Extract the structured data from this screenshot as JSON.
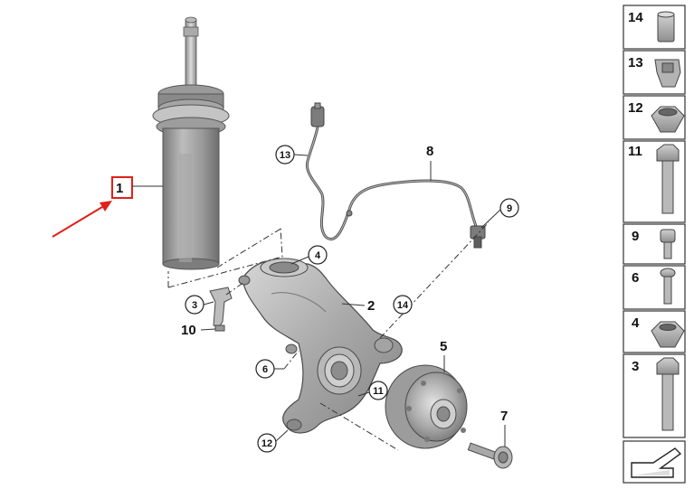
{
  "diagram": {
    "selected_label": "1",
    "accent_color": "#e0201a",
    "callouts": {
      "c13": "13",
      "c8": "8",
      "c9": "9",
      "c4": "4",
      "c3": "3",
      "c10": "10",
      "c2": "2",
      "c14": "14",
      "c5": "5",
      "c6": "6",
      "c11": "11",
      "c12": "12",
      "c7": "7"
    }
  },
  "parts_panel": {
    "items": [
      "14",
      "13",
      "12",
      "11",
      "9",
      "6",
      "4",
      "3"
    ],
    "nav_icon": "arrow-down-left-icon"
  }
}
